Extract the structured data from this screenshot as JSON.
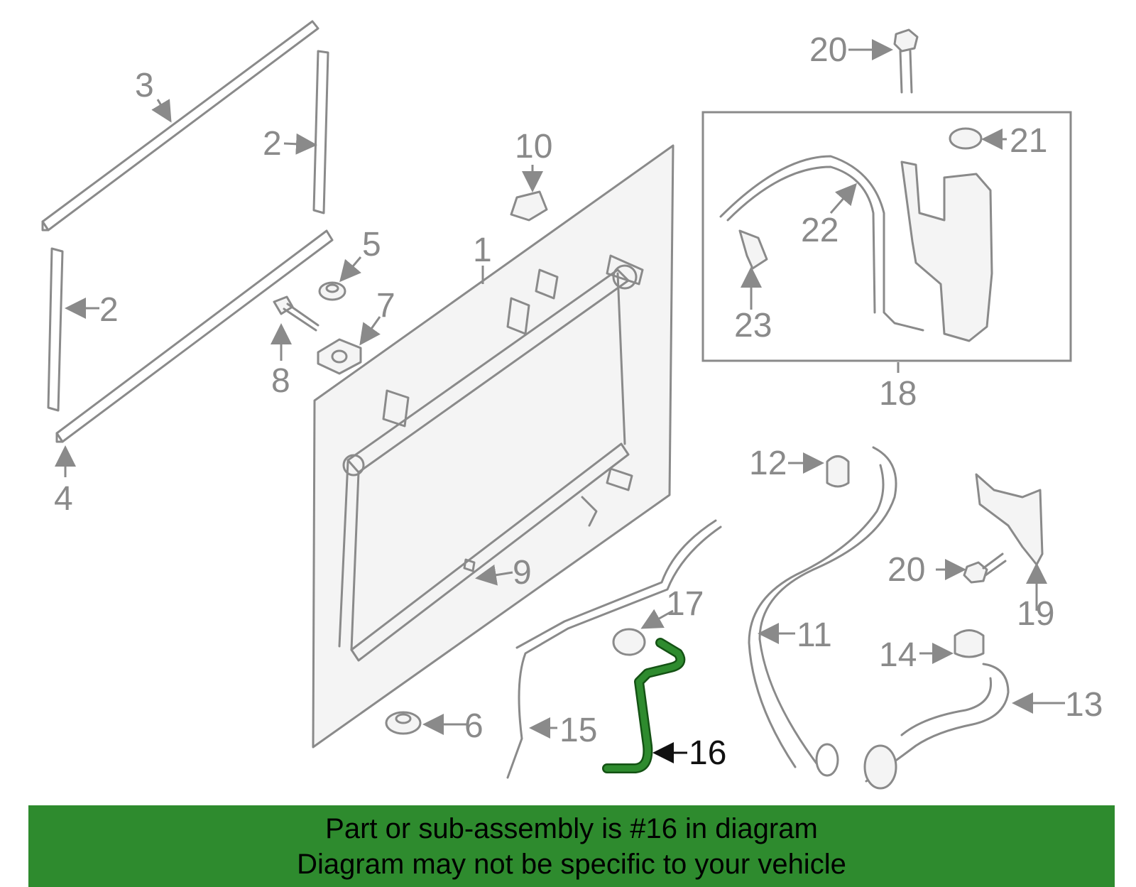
{
  "colors": {
    "line": "#8a8a8a",
    "highlight": "#2e8b2e",
    "highlight_dark": "#145214",
    "banner": "#2e8b2e",
    "highlight_label": "#111111"
  },
  "callouts": [
    {
      "id": "1",
      "text": "1"
    },
    {
      "id": "2a",
      "text": "2"
    },
    {
      "id": "2b",
      "text": "2"
    },
    {
      "id": "3",
      "text": "3"
    },
    {
      "id": "4",
      "text": "4"
    },
    {
      "id": "5",
      "text": "5"
    },
    {
      "id": "6",
      "text": "6"
    },
    {
      "id": "7",
      "text": "7"
    },
    {
      "id": "8",
      "text": "8"
    },
    {
      "id": "9",
      "text": "9"
    },
    {
      "id": "10",
      "text": "10"
    },
    {
      "id": "11",
      "text": "11"
    },
    {
      "id": "12",
      "text": "12"
    },
    {
      "id": "13",
      "text": "13"
    },
    {
      "id": "14",
      "text": "14"
    },
    {
      "id": "15",
      "text": "15"
    },
    {
      "id": "16",
      "text": "16"
    },
    {
      "id": "17",
      "text": "17"
    },
    {
      "id": "18",
      "text": "18"
    },
    {
      "id": "19",
      "text": "19"
    },
    {
      "id": "20a",
      "text": "20"
    },
    {
      "id": "20b",
      "text": "20"
    },
    {
      "id": "21",
      "text": "21"
    },
    {
      "id": "22",
      "text": "22"
    },
    {
      "id": "23",
      "text": "23"
    }
  ],
  "highlighted_part": "16",
  "banner": {
    "line1": "Part or sub-assembly is #16 in diagram",
    "line2": "Diagram may not be specific to your vehicle"
  }
}
